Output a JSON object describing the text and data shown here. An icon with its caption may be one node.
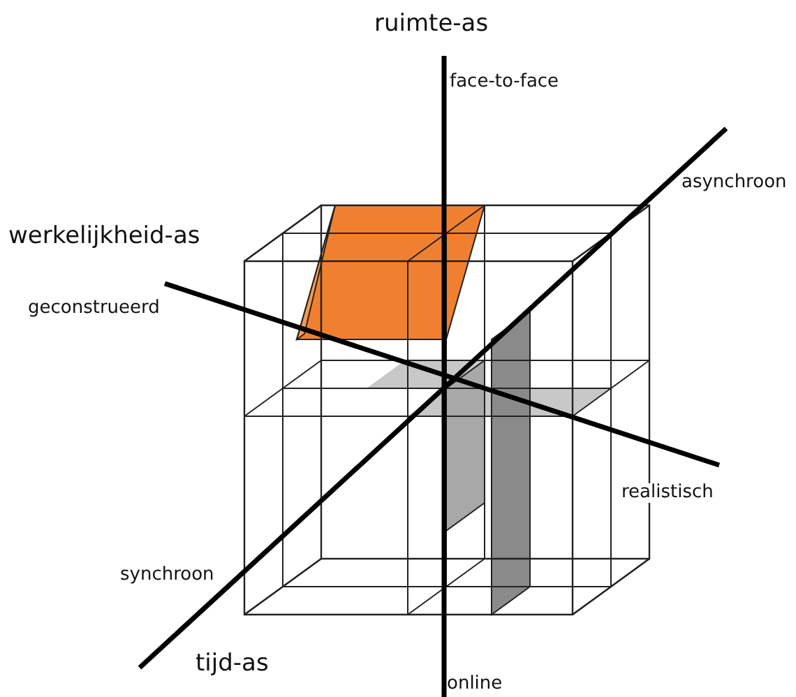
{
  "diagram": {
    "labels": [
      "ruimte-as",
      "face-to-face",
      "asynchroon",
      "werkelijkheid-as",
      "geconstrueerd",
      "realistisch",
      "synchroon",
      "tijd-as",
      "online"
    ]
  }
}
